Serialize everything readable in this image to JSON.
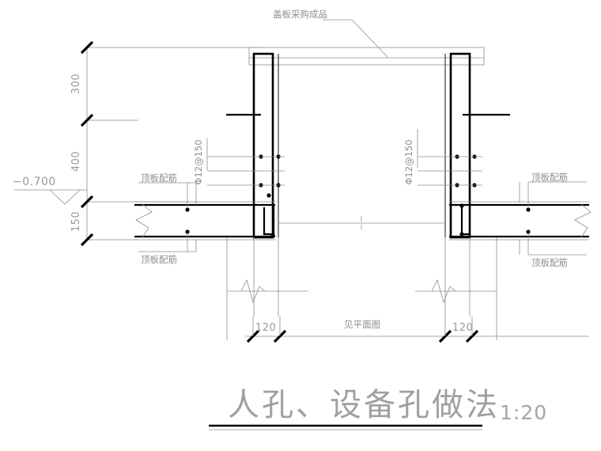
{
  "drawing": {
    "title": "人孔、设备孔做法",
    "scale": "1:20",
    "type": "architectural-section-detail"
  },
  "annotations": {
    "cover_plate": "盖板采购成品",
    "rebar_spec_left": "Φ12@150",
    "rebar_spec_right": "Φ12@150",
    "top_slab_rebar_1": "顶板配筋",
    "top_slab_rebar_2": "顶板配筋",
    "top_slab_rebar_3": "顶板配筋",
    "top_slab_rebar_4": "顶板配筋",
    "plan_reference": "见平面图",
    "elevation_mark": "−0.700"
  },
  "dimensions": {
    "vertical": [
      {
        "value": "300",
        "label": "300"
      },
      {
        "value": "400",
        "label": "400"
      },
      {
        "value": "150",
        "label": "150"
      }
    ],
    "horizontal": [
      {
        "value": "120",
        "label": "120"
      },
      {
        "value": "见平面图",
        "label": "见平面图"
      },
      {
        "value": "120",
        "label": "120"
      }
    ]
  },
  "colors": {
    "linework_heavy": "#000000",
    "linework_thin": "#8c8c8c",
    "text": "#8e8e8e",
    "background": "#ffffff"
  }
}
